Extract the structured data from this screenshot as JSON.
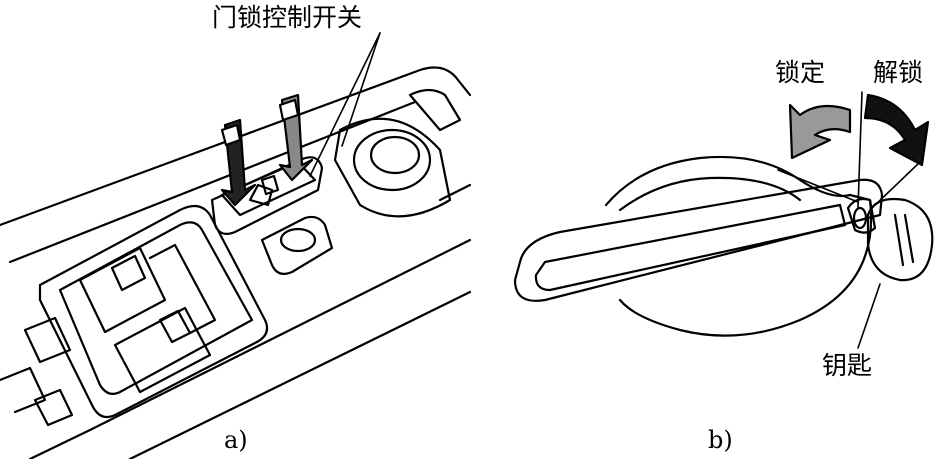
{
  "panel_a": {
    "callout_label": "门锁控制开关",
    "caption": "a)"
  },
  "panel_b": {
    "lock_label": "锁定",
    "unlock_label": "解锁",
    "key_label": "钥匙",
    "caption": "b)"
  }
}
